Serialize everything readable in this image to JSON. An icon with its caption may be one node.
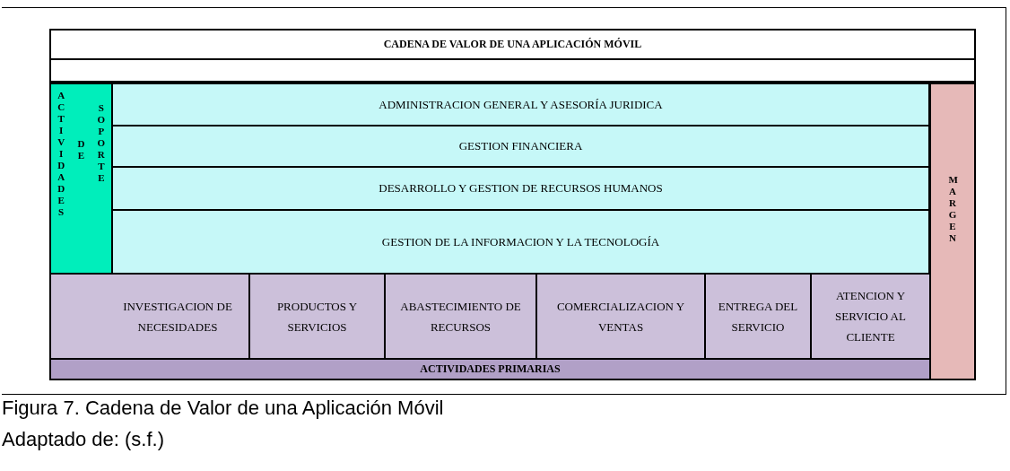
{
  "diagram": {
    "title": "CADENA DE VALOR DE UNA APLICACIÓN MÓVIL",
    "caption": "Figura 7. Cadena de Valor de una Aplicación Móvil",
    "nodes": [
      {
        "text": [
          "ACTIVIDADES",
          "DE",
          "SOPORTE"
        ]
      },
      {
        "text": [
          "ADMINISTRACION GENERAL Y ASESORÍA JURIDICA"
        ]
      },
      {
        "text": [
          "GESTION FINANCIERA"
        ]
      },
      {
        "text": [
          "DESARROLLO Y GESTION DE RECURSOS HUMANOS"
        ]
      },
      {
        "text": [
          "GESTION DE LA INFORMACION Y LA TECNOLOGÍA"
        ]
      },
      {
        "text": [
          "INVESTIGACION DE NECESIDADES"
        ]
      },
      {
        "text": [
          "PRODUCTOS Y SERVICIOS"
        ]
      },
      {
        "text": [
          "ABASTECIMIENTO DE RECURSOS"
        ]
      },
      {
        "text": [
          "COMERCIALIZACION Y VENTAS"
        ]
      },
      {
        "text": [
          "ENTREGA DEL SERVICIO"
        ]
      },
      {
        "text": [
          "ATENCION Y SERVICIO AL CLIENTE"
        ]
      },
      {
        "text": [
          "ACTIVIDADES PRIMARIAS"
        ]
      },
      {
        "text": [
          "MARGEN"
        ]
      }
    ],
    "edges": [],
    "labels": [
      "Adaptado de: (s.f.)"
    ]
  }
}
